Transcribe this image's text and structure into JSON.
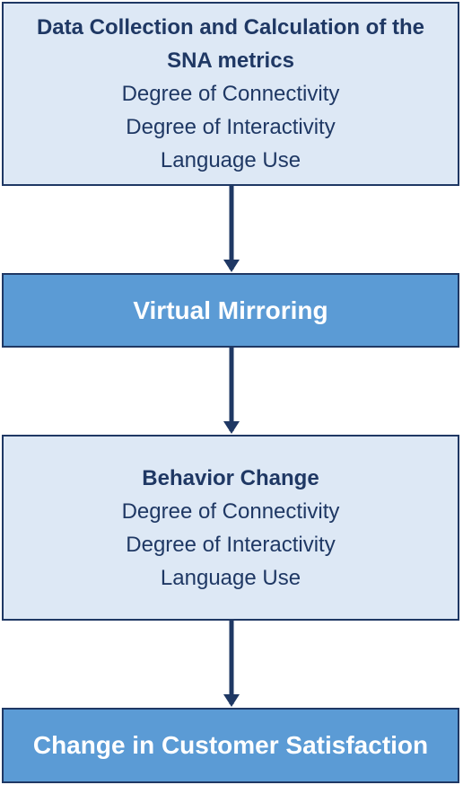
{
  "boxes": [
    {
      "title": "Data Collection and Calculation of the SNA metrics",
      "lines": [
        "Degree of Connectivity",
        "Degree of Interactivity",
        "Language Use"
      ]
    },
    {
      "title": "Virtual Mirroring",
      "lines": []
    },
    {
      "title": "Behavior Change",
      "lines": [
        "Degree of Connectivity",
        "Degree of Interactivity",
        "Language Use"
      ]
    },
    {
      "title": "Change in Customer Satisfaction",
      "lines": []
    }
  ],
  "colors": {
    "light_fill": "#dde8f5",
    "dark_fill": "#5b9bd5",
    "border": "#1f3864",
    "arrow": "#1f3864",
    "dark_text": "#1f3864",
    "light_text": "#ffffff"
  }
}
